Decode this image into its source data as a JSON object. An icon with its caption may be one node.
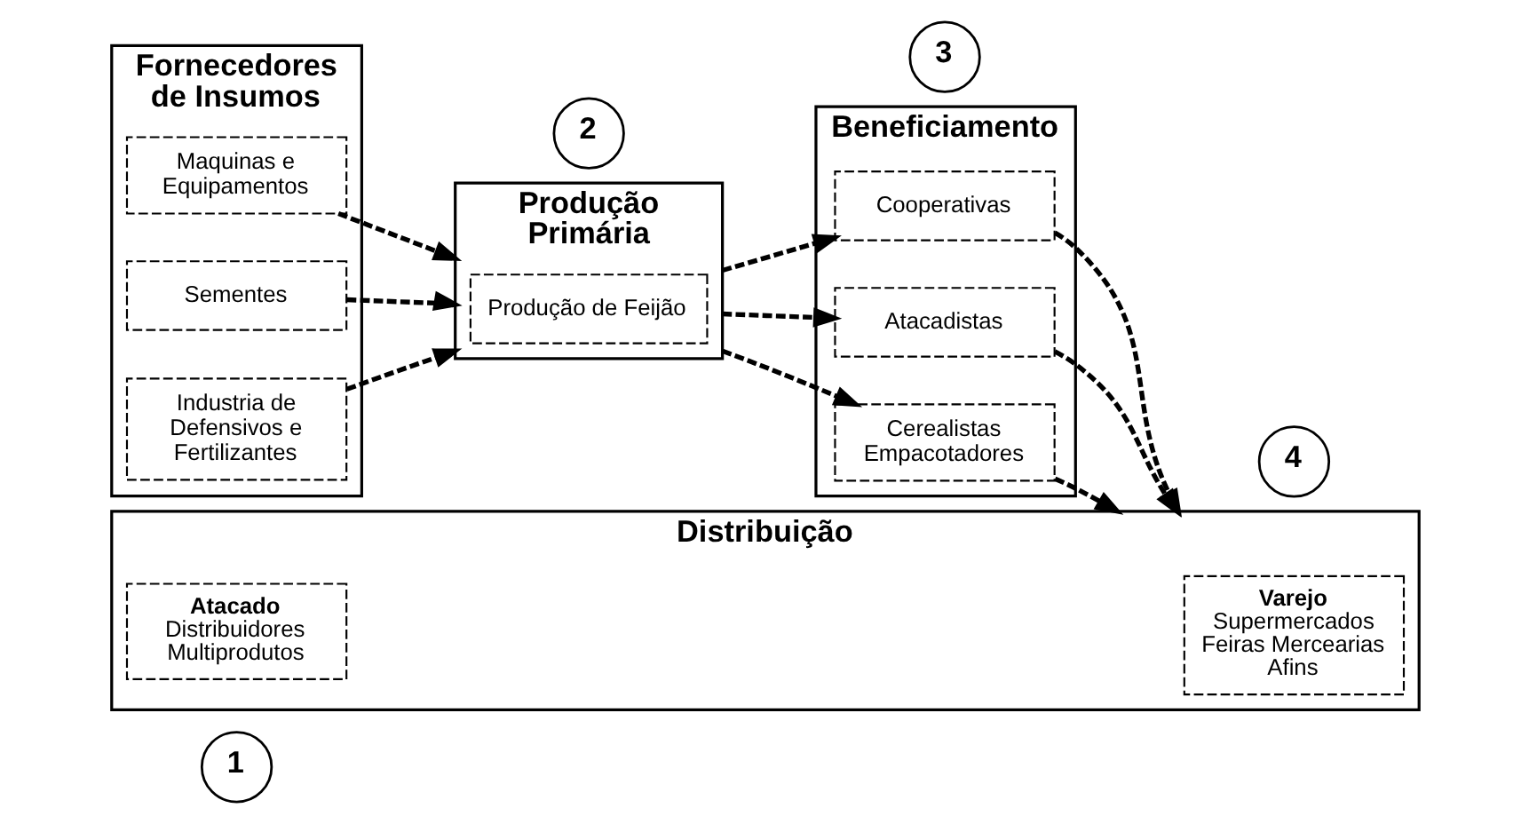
{
  "diagram": {
    "nodes": [
      {
        "text": [
          "1"
        ]
      },
      {
        "text": [
          "Fornecedores de Insumos"
        ]
      },
      {
        "text": [
          "Maquinas e Equipamentos"
        ],
        "in": 1
      },
      {
        "text": [
          "Sementes"
        ],
        "in": 1
      },
      {
        "text": [
          "Industria de Defensivos e Fertilizantes"
        ],
        "in": 1
      },
      {
        "text": [
          "2"
        ]
      },
      {
        "text": [
          "Produção Primária"
        ]
      },
      {
        "text": [
          "Produção de Feijão"
        ],
        "in": 6
      },
      {
        "text": [
          "3"
        ]
      },
      {
        "text": [
          "Beneficiamento"
        ]
      },
      {
        "text": [
          "Cooperativas"
        ],
        "in": 9
      },
      {
        "text": [
          "Atacadistas"
        ],
        "in": 9
      },
      {
        "text": [
          "Cerealistas Empacotadores"
        ],
        "in": 9
      },
      {
        "text": [
          "4"
        ]
      },
      {
        "text": [
          "Distribuição"
        ]
      },
      {
        "text": [
          "Atacado",
          "Distribuidores Multiprodutos"
        ],
        "in": 14
      },
      {
        "text": [
          "Varejo",
          "Supermercados Feiras Mercearias Afins"
        ],
        "in": 14
      }
    ],
    "edges": [
      {
        "from": 2,
        "to": 6,
        "arrow": "to"
      },
      {
        "from": 3,
        "to": 6,
        "arrow": "to"
      },
      {
        "from": 4,
        "to": 6,
        "arrow": "to"
      },
      {
        "from": 6,
        "to": 10,
        "arrow": "to"
      },
      {
        "from": 6,
        "to": 11,
        "arrow": "to"
      },
      {
        "from": 6,
        "to": 12,
        "arrow": "to"
      },
      {
        "from": 10,
        "to": 14,
        "arrow": "to"
      },
      {
        "from": 11,
        "to": 14,
        "arrow": "to"
      },
      {
        "from": 12,
        "to": 14,
        "arrow": "to"
      }
    ]
  }
}
